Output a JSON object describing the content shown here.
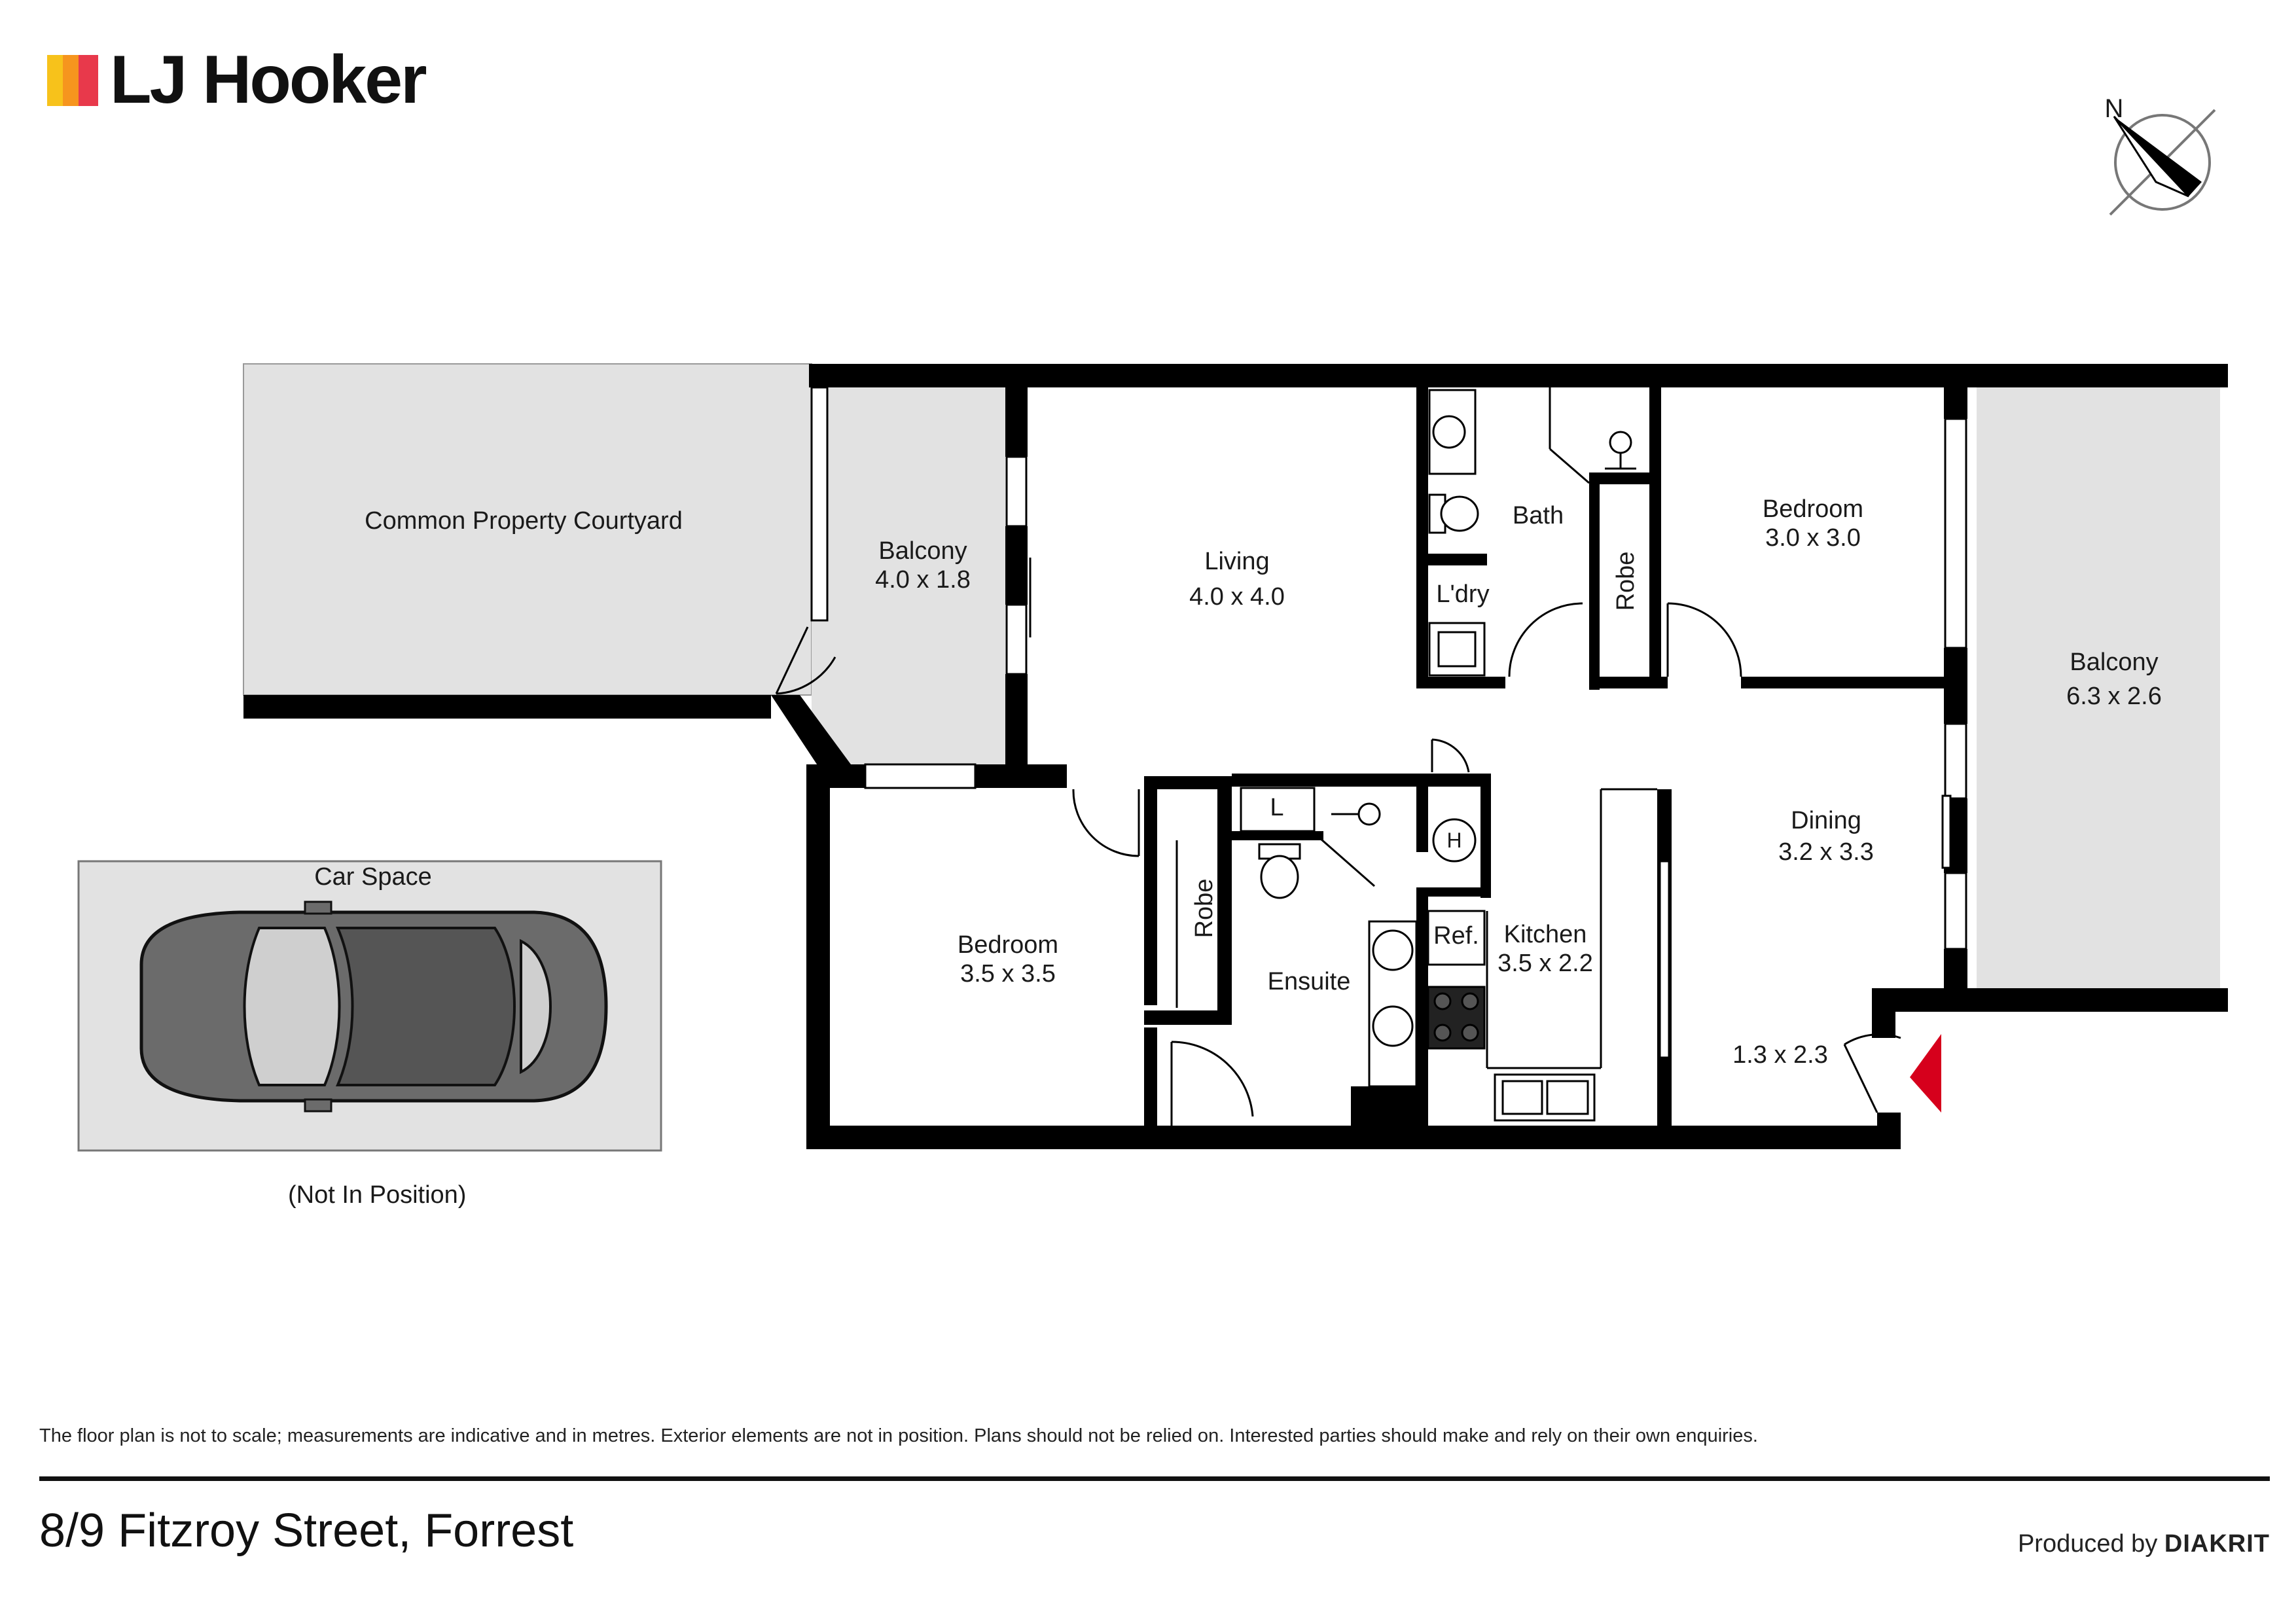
{
  "brand": {
    "name": "LJ Hooker",
    "colors": [
      "#f7c21b",
      "#f6951e",
      "#e8394b"
    ]
  },
  "compass": {
    "label": "N"
  },
  "rooms": {
    "courtyard": {
      "name": "Common Property Courtyard"
    },
    "balcony_west": {
      "name": "Balcony",
      "dims": "4.0 x 1.8"
    },
    "living": {
      "name": "Living",
      "dims": "4.0 x 4.0"
    },
    "bath": {
      "name": "Bath"
    },
    "laundry": {
      "name": "L'dry"
    },
    "robe_1": {
      "name": "Robe"
    },
    "bedroom_1": {
      "name": "Bedroom",
      "dims": "3.0 x 3.0"
    },
    "balcony_east": {
      "name": "Balcony",
      "dims": "6.3 x 2.6"
    },
    "dining": {
      "name": "Dining",
      "dims": "3.2 x 3.3"
    },
    "linen": {
      "name": "L"
    },
    "hws": {
      "name": "H"
    },
    "fridge": {
      "name": "Ref."
    },
    "kitchen": {
      "name": "Kitchen",
      "dims": "3.5 x 2.2"
    },
    "ensuite": {
      "name": "Ensuite"
    },
    "robe_2": {
      "name": "Robe"
    },
    "bedroom_2": {
      "name": "Bedroom",
      "dims": "3.5 x 3.5"
    },
    "entry": {
      "dims": "1.3 x 2.3"
    },
    "car_space": {
      "name": "Car Space"
    }
  },
  "car_note": "(Not In Position)",
  "disclaimer": "The floor plan is not to scale; measurements are indicative and in metres. Exterior elements are not in position. Plans should not be relied on. Interested parties should make and rely on their own enquiries.",
  "address": "8/9 Fitzroy Street, Forrest",
  "producer": {
    "prefix": "Produced by",
    "name": "DIAKRIT"
  },
  "colors": {
    "wall": "#000000",
    "fill_outdoor": "#e2e2e2",
    "entry_marker": "#d6001c",
    "car_body": "#6b6b6b"
  }
}
